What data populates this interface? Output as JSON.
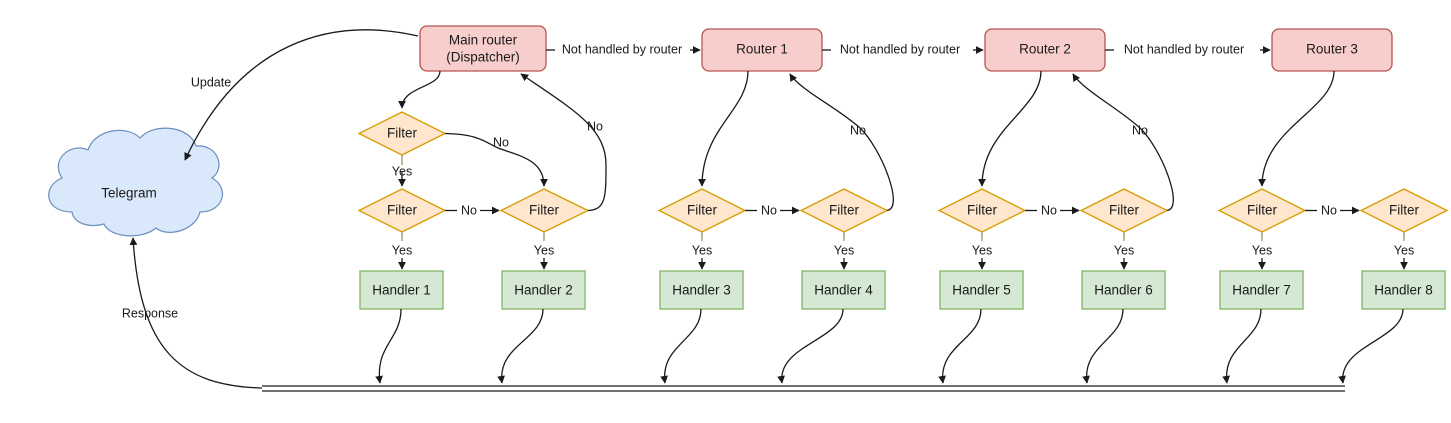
{
  "diagram": {
    "title": "aiogram update routing flow",
    "colors": {
      "router_fill": "#f8cecc",
      "router_stroke": "#b85450",
      "filter_fill": "#ffe6cc",
      "filter_stroke": "#d79b00",
      "handler_fill": "#d5e8d4",
      "handler_stroke": "#82b366",
      "cloud_fill": "#dae8fc",
      "cloud_stroke": "#6c8ebf",
      "line": "#1a1a1a",
      "background": "#ffffff"
    },
    "source": {
      "name": "telegram-cloud",
      "label": "Telegram"
    },
    "routers": [
      {
        "name": "main-router",
        "label_line1": "Main router",
        "label_line2": "(Dispatcher)"
      },
      {
        "name": "router-1",
        "label_line1": "Router 1",
        "label_line2": ""
      },
      {
        "name": "router-2",
        "label_line1": "Router 2",
        "label_line2": ""
      },
      {
        "name": "router-3",
        "label_line1": "Router 3",
        "label_line2": ""
      }
    ],
    "filters": [
      {
        "name": "filter-top-main",
        "label": "Filter"
      },
      {
        "name": "filter-1",
        "label": "Filter"
      },
      {
        "name": "filter-2",
        "label": "Filter"
      },
      {
        "name": "filter-3",
        "label": "Filter"
      },
      {
        "name": "filter-4",
        "label": "Filter"
      },
      {
        "name": "filter-5",
        "label": "Filter"
      },
      {
        "name": "filter-6",
        "label": "Filter"
      },
      {
        "name": "filter-7",
        "label": "Filter"
      },
      {
        "name": "filter-8",
        "label": "Filter"
      }
    ],
    "handlers": [
      {
        "name": "handler-1",
        "label": "Handler 1"
      },
      {
        "name": "handler-2",
        "label": "Handler 2"
      },
      {
        "name": "handler-3",
        "label": "Handler 3"
      },
      {
        "name": "handler-4",
        "label": "Handler 4"
      },
      {
        "name": "handler-5",
        "label": "Handler 5"
      },
      {
        "name": "handler-6",
        "label": "Handler 6"
      },
      {
        "name": "handler-7",
        "label": "Handler 7"
      },
      {
        "name": "handler-8",
        "label": "Handler 8"
      }
    ],
    "edge_labels": {
      "update": "Update",
      "response": "Response",
      "not_handled_1": "Not handled by router",
      "not_handled_2": "Not handled by router",
      "not_handled_3": "Not handled by router",
      "yes": "Yes",
      "no": "No"
    }
  }
}
